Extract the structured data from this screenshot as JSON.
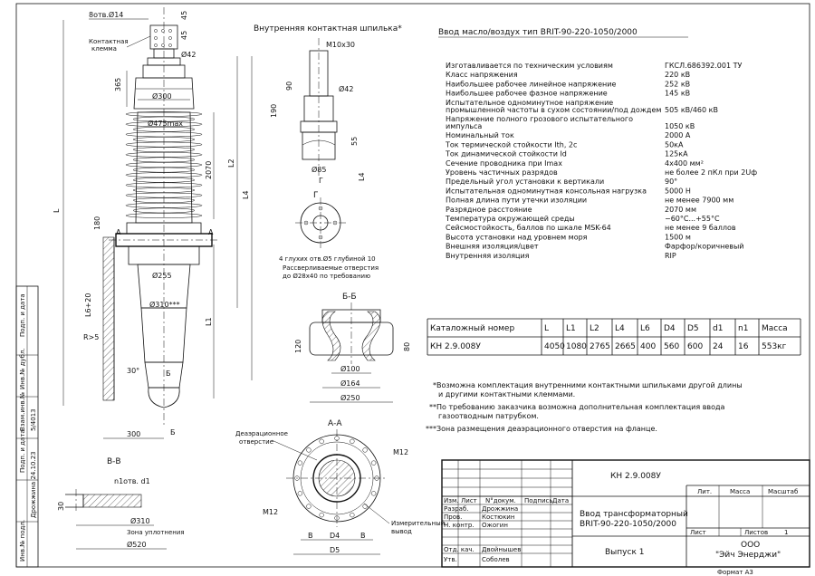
{
  "drawing": {
    "main_title": "Ввод масло/воздух тип BRIT-90-220-1050/2000",
    "inner_pin_title": "Внутренняя контактная шпилька*",
    "format": "Формат А3"
  },
  "main_view": {
    "top_dims": [
      "8отв.Ø14",
      "45",
      "45"
    ],
    "contact_label": [
      "Контактная",
      "клемма"
    ],
    "dims": [
      "Ø42",
      "365",
      "Ø300",
      "Ø475max",
      "2070",
      "L2",
      "L4",
      "L",
      "180",
      "Ø255",
      "Ø310***",
      "L6+20",
      "L1",
      "R>5",
      "30°",
      "300",
      "Б",
      "Б",
      "А",
      "А"
    ]
  },
  "pin_view": {
    "dims": [
      "M10x30",
      "90",
      "190",
      "Ø42",
      "55",
      "Ø85",
      "Г",
      "L4"
    ],
    "section_g": "Г",
    "holes_note": [
      "4 глухих отв.Ø5 глубиной 10",
      "Рассверливаемые отверстия",
      "до Ø28х40 по требованию"
    ]
  },
  "specs": [
    {
      "label": "Изготавливается по техническим условиям",
      "value": "ГКСЛ.686392.001 ТУ"
    },
    {
      "label": "Класс напряжения",
      "value": "220 кВ"
    },
    {
      "label": "Наибольшее рабочее линейное напряжение",
      "value": "252 кВ"
    },
    {
      "label": "Наибольшее рабочее фазное напряжение",
      "value": "145 кВ"
    },
    {
      "label": "Испытательное одноминутное напряжение|промышленной частоты в сухом состоянии/под дождем",
      "value": "505 кВ/460 кВ"
    },
    {
      "label": "Напряжение полного грозового испытательного|импульса",
      "value": "1050 кВ"
    },
    {
      "label": "Номинальный ток",
      "value": "2000 А"
    },
    {
      "label": "Ток термической стойкости Ith, 2с",
      "value": "50кА"
    },
    {
      "label": "Ток динамической стойкости Id",
      "value": "125кА"
    },
    {
      "label": "Сечение проводника при Imax",
      "value": "4х400 мм²"
    },
    {
      "label": "Уровень частичных разрядов",
      "value": "не более 2 пКл при 2Uф"
    },
    {
      "label": "Предельный угол установки к вертикали",
      "value": "90°"
    },
    {
      "label": "Испытательная одноминутная консольная нагрузка",
      "value": "5000 Н"
    },
    {
      "label": "Полная длина пути утечки изоляции",
      "value": "не менее 7900 мм"
    },
    {
      "label": "Разрядное расстояние",
      "value": "2070 мм"
    },
    {
      "label": "Температура окружающей среды",
      "value": "−60°С...+55°С"
    },
    {
      "label": "Сейсмостойкость, баллов по шкале MSK-64",
      "value": "не менее 9 баллов"
    },
    {
      "label": "Высота установки над уровнем моря",
      "value": "1500 м"
    },
    {
      "label": "Внешняя изоляция/цвет",
      "value": "Фарфор/коричневый"
    },
    {
      "label": "Внутренняя изоляция",
      "value": "RIP"
    }
  ],
  "catalog_table": {
    "headers": [
      "Каталожный номер",
      "L",
      "L1",
      "L2",
      "L4",
      "L6",
      "D4",
      "D5",
      "d1",
      "n1",
      "Масса"
    ],
    "rows": [
      [
        "КН 2.9.008У",
        "4050",
        "1080",
        "2765",
        "2665",
        "400",
        "560",
        "600",
        "24",
        "16",
        "553кг"
      ]
    ]
  },
  "notes": [
    "*Возможна комплектация внутренними контактными шпильками другой длины",
    "и другими контактными клеммами.",
    "**По требованию заказчика возможна дополнительная комплектация ввода",
    "газоотводным патрубком.",
    "***Зона размещения деаэрационного отверстия на фланце."
  ],
  "section_bb": {
    "title": "Б-Б",
    "dims": [
      "120",
      "80",
      "Ø100",
      "Ø164",
      "Ø250"
    ]
  },
  "section_aa": {
    "title": "А-А",
    "labels": [
      "Деаэрационное",
      "отверстие",
      "М12",
      "М12",
      "Измерительный",
      "вывод",
      "D4",
      "D5",
      "В",
      "В"
    ]
  },
  "section_vv": {
    "title": "В-В",
    "dims": [
      "n1отв. d1",
      "30",
      "Ø310",
      "Зона уплотнения",
      "Ø520"
    ]
  },
  "side_stamp": [
    "Подп. и дата",
    "Инв.№ дубл.",
    "Взам.инв.№",
    "5/4013",
    "Подп. и дата",
    "Дрожжина 24.10.23",
    "Инв.№ подл."
  ],
  "title_block": {
    "code": "КН 2.9.008У",
    "name_line1": "Ввод трансформаторный",
    "name_line2": "BRIT-90-220-1050/2000",
    "issue": "Выпуск 1",
    "company_line1": "ООО",
    "company_line2": "\"Эйч Энерджи\"",
    "head": [
      "Изм.",
      "Лист",
      "N°докум.",
      "Подпись",
      "Дата"
    ],
    "roles": [
      {
        "role": "Разраб.",
        "name": "Дрожжина"
      },
      {
        "role": "Пров.",
        "name": "Костюкин"
      },
      {
        "role": "Н. контр.",
        "name": "Ожогин"
      },
      {
        "role": "",
        "name": ""
      },
      {
        "role": "Отд. кач.",
        "name": "Двойнышев"
      },
      {
        "role": "Утв.",
        "name": "Соболев"
      }
    ],
    "lit": "Лит.",
    "mass": "Масса",
    "scale": "Масштаб",
    "sheet": "Лист",
    "sheets": "Листов",
    "sheets_count": "1"
  }
}
